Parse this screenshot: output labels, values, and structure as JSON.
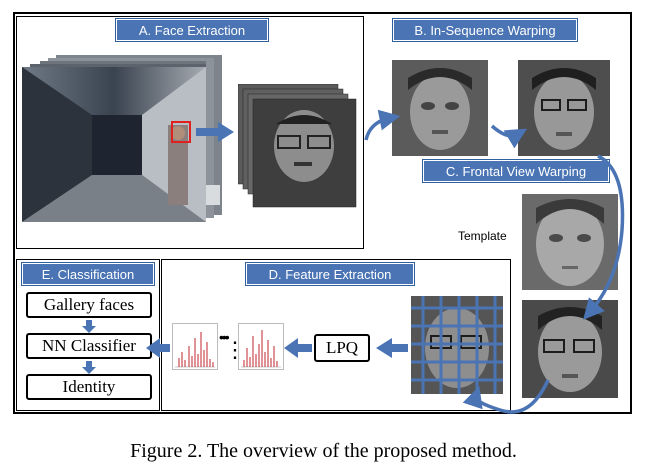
{
  "labels": {
    "face_extraction": "A. Face Extraction",
    "in_sequence_warping": "B. In-Sequence Warping",
    "frontal_view_warping": "C. Frontal View Warping",
    "feature_extraction": "D. Feature Extraction",
    "classification": "E. Classification"
  },
  "boxes": {
    "gallery_faces": "Gallery faces",
    "nn_classifier": "NN Classifier",
    "identity": "Identity",
    "lpq": "LPQ"
  },
  "template_label": "Template",
  "caption": "Figure 2. The overview of the proposed method.",
  "colors": {
    "label_blue": "#4a74b4",
    "arrow_blue": "#4a74b4",
    "grid_blue": "#4a74b4",
    "highlight_red": "#e0201f",
    "histogram_red": "#c0262c"
  },
  "icons": {
    "ellipsis_horizontal": "•••",
    "ellipsis_vertical": "⋮"
  }
}
